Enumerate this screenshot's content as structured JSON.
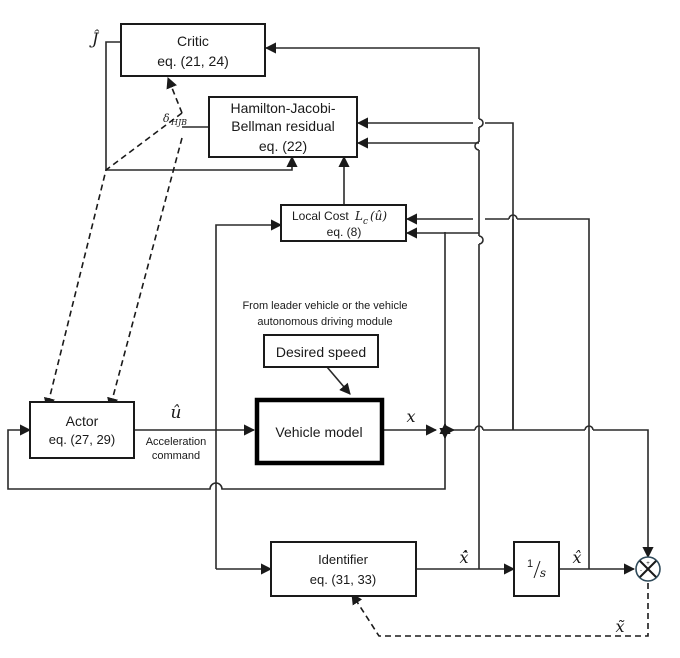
{
  "diagram": {
    "blocks": {
      "critic": {
        "title": "Critic",
        "eq": "eq. (21, 24)"
      },
      "hjb": {
        "line1": "Hamilton-Jacobi-",
        "line2": "Bellman residual",
        "eq": "eq. (22)"
      },
      "local_cost": {
        "title": "Local Cost",
        "symbol": "Lc(û)",
        "eq": "eq. (8)"
      },
      "desired_speed": {
        "title": "Desired speed"
      },
      "vehicle_model": {
        "title": "Vehicle model"
      },
      "actor": {
        "title": "Actor",
        "eq": "eq. (27, 29)"
      },
      "identifier": {
        "title": "Identifier",
        "eq": "eq. (31, 33)"
      },
      "integrator": {
        "num": "1",
        "den": "s"
      }
    },
    "labels": {
      "j_hat": "Ĵ",
      "delta_hjb": "δHJB",
      "delta": "δ",
      "delta_sub": "HJB",
      "lc_L": "L",
      "lc_sub": "c",
      "lc_arg": "(û)",
      "u_hat": "û",
      "accel_line1": "Acceleration",
      "accel_line2": "command",
      "x": "x",
      "x_hat_dot": "x̂̇",
      "x_hat": "x̂",
      "x_tilde": "x̃",
      "source_line1": "From leader vehicle or the vehicle",
      "source_line2": "autonomous driving module",
      "sum_plus": "+",
      "sum_minus": "-"
    }
  }
}
